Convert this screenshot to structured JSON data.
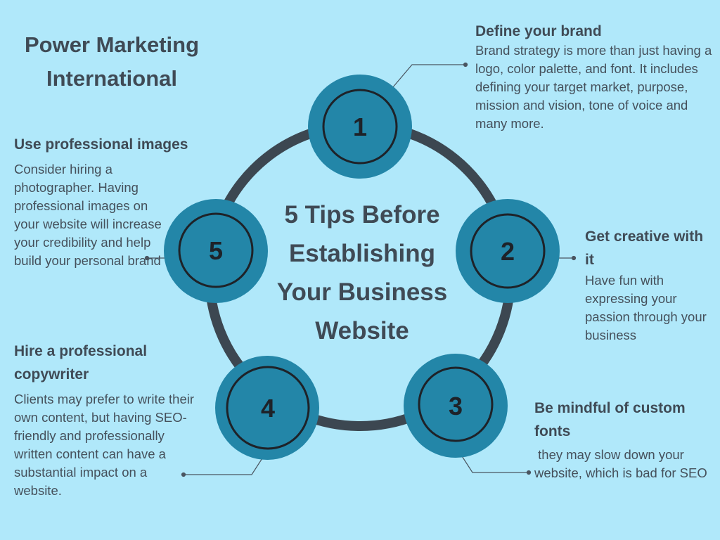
{
  "company": "Power Marketing International",
  "center_title": "5 Tips Before Establishing Your Business Website",
  "colors": {
    "background": "#b0e8fa",
    "ring": "#3c4751",
    "node_fill": "#2386a8",
    "node_outline": "#1e2228",
    "text": "#3f4a55"
  },
  "tips": [
    {
      "number": "1",
      "title": "Define your brand",
      "body": "Brand strategy is more than just having a logo, color palette, and font. It includes defining your target market, purpose, mission and vision, tone of voice and many more."
    },
    {
      "number": "2",
      "title": "Get creative with it",
      "body": "Have fun with expressing your passion through your business"
    },
    {
      "number": "3",
      "title": "Be mindful of custom fonts",
      "body": " they may slow down your website, which is bad for SEO"
    },
    {
      "number": "4",
      "title": "Hire a professional copywriter",
      "body": "Clients may prefer to write their own content, but having SEO-friendly and professionally written content can have a substantial impact on a website."
    },
    {
      "number": "5",
      "title": "Use professional images",
      "body": "Consider hiring a photographer. Having professional images on your website will increase your credibility and help build your personal brand"
    }
  ]
}
